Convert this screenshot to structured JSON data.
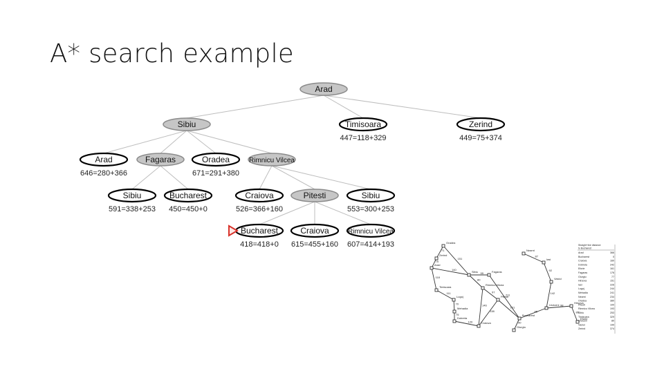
{
  "slide": {
    "title": "A* search example"
  },
  "tree": {
    "nodes": [
      {
        "id": "arad_root",
        "label": "Arad",
        "f": "",
        "style": "expanded"
      },
      {
        "id": "sibiu1",
        "label": "Sibiu",
        "f": "",
        "style": "expanded"
      },
      {
        "id": "timisoara",
        "label": "Timisoara",
        "f": "447=118+329",
        "style": "open"
      },
      {
        "id": "zerind",
        "label": "Zerind",
        "f": "449=75+374",
        "style": "open"
      },
      {
        "id": "arad2",
        "label": "Arad",
        "f": "646=280+366",
        "style": "open"
      },
      {
        "id": "fagaras",
        "label": "Fagaras",
        "f": "",
        "style": "expanded"
      },
      {
        "id": "oradea",
        "label": "Oradea",
        "f": "671=291+380",
        "style": "open"
      },
      {
        "id": "rimnicu",
        "label": "Rimnicu Vilcea",
        "f": "",
        "style": "expanded"
      },
      {
        "id": "sibiu_f",
        "label": "Sibiu",
        "f": "591=338+253",
        "style": "open"
      },
      {
        "id": "bucharest_f",
        "label": "Bucharest",
        "f": "450=450+0",
        "style": "open"
      },
      {
        "id": "craiova_r",
        "label": "Craiova",
        "f": "526=366+160",
        "style": "open"
      },
      {
        "id": "pitesti",
        "label": "Pitesti",
        "f": "",
        "style": "expanded"
      },
      {
        "id": "sibiu_r",
        "label": "Sibiu",
        "f": "553=300+253",
        "style": "open"
      },
      {
        "id": "bucharest_p",
        "label": "Bucharest",
        "f": "418=418+0",
        "style": "open",
        "marker": "goal-arrow"
      },
      {
        "id": "craiova_p",
        "label": "Craiova",
        "f": "615=455+160",
        "style": "open"
      },
      {
        "id": "rimnicu_p",
        "label": "Rimnicu Vilcea",
        "f": "607=414+193",
        "style": "open"
      }
    ],
    "edges": [
      [
        "arad_root",
        "sibiu1"
      ],
      [
        "arad_root",
        "timisoara"
      ],
      [
        "arad_root",
        "zerind"
      ],
      [
        "sibiu1",
        "arad2"
      ],
      [
        "sibiu1",
        "fagaras"
      ],
      [
        "sibiu1",
        "oradea"
      ],
      [
        "sibiu1",
        "rimnicu"
      ],
      [
        "fagaras",
        "sibiu_f"
      ],
      [
        "fagaras",
        "bucharest_f"
      ],
      [
        "rimnicu",
        "craiova_r"
      ],
      [
        "rimnicu",
        "pitesti"
      ],
      [
        "rimnicu",
        "sibiu_r"
      ],
      [
        "pitesti",
        "bucharest_p"
      ],
      [
        "pitesti",
        "craiova_p"
      ],
      [
        "pitesti",
        "rimnicu_p"
      ]
    ],
    "colors": {
      "expanded_fill": "#c6c6c6",
      "open_stroke": "#000000",
      "edge": "#bdbdbd",
      "goal_marker": "#d9322a"
    }
  },
  "map": {
    "cities": [
      {
        "id": "oradea",
        "label": "Oradea"
      },
      {
        "id": "zerind",
        "label": "Zerind"
      },
      {
        "id": "arad",
        "label": "Arad"
      },
      {
        "id": "timisoara",
        "label": "Timisoara"
      },
      {
        "id": "lugoj",
        "label": "Lugoj"
      },
      {
        "id": "mehadia",
        "label": "Mehadia"
      },
      {
        "id": "dobreta",
        "label": "Dobreta"
      },
      {
        "id": "craiova",
        "label": "Craiova"
      },
      {
        "id": "sibiu",
        "label": "Sibiu"
      },
      {
        "id": "rimnicu",
        "label": "Rimnicu Vilcea"
      },
      {
        "id": "fagaras",
        "label": "Fagaras"
      },
      {
        "id": "pitesti",
        "label": "Pitesti"
      },
      {
        "id": "bucharest",
        "label": "Bucharest"
      },
      {
        "id": "giurgiu",
        "label": "Giurgiu"
      },
      {
        "id": "urziceni",
        "label": "Urziceni"
      },
      {
        "id": "hirsova",
        "label": "Hirsova"
      },
      {
        "id": "eforie",
        "label": "Eforie"
      },
      {
        "id": "vaslui",
        "label": "Vaslui"
      },
      {
        "id": "iasi",
        "label": "Iasi"
      },
      {
        "id": "neamt",
        "label": "Neamt"
      }
    ],
    "roads": [
      {
        "a": "oradea",
        "b": "zerind",
        "d": "71"
      },
      {
        "a": "oradea",
        "b": "sibiu",
        "d": "151"
      },
      {
        "a": "zerind",
        "b": "arad",
        "d": "75"
      },
      {
        "a": "arad",
        "b": "sibiu",
        "d": "140"
      },
      {
        "a": "arad",
        "b": "timisoara",
        "d": "118"
      },
      {
        "a": "timisoara",
        "b": "lugoj",
        "d": "111"
      },
      {
        "a": "lugoj",
        "b": "mehadia",
        "d": "70"
      },
      {
        "a": "mehadia",
        "b": "dobreta",
        "d": "75"
      },
      {
        "a": "dobreta",
        "b": "craiova",
        "d": "120"
      },
      {
        "a": "sibiu",
        "b": "fagaras",
        "d": "99"
      },
      {
        "a": "sibiu",
        "b": "rimnicu",
        "d": "80"
      },
      {
        "a": "rimnicu",
        "b": "pitesti",
        "d": "97"
      },
      {
        "a": "rimnicu",
        "b": "craiova",
        "d": "146"
      },
      {
        "a": "craiova",
        "b": "pitesti",
        "d": "138"
      },
      {
        "a": "fagaras",
        "b": "bucharest",
        "d": "211"
      },
      {
        "a": "pitesti",
        "b": "bucharest",
        "d": "101"
      },
      {
        "a": "bucharest",
        "b": "giurgiu",
        "d": "90"
      },
      {
        "a": "bucharest",
        "b": "urziceni",
        "d": "85"
      },
      {
        "a": "urziceni",
        "b": "hirsova",
        "d": "98"
      },
      {
        "a": "hirsova",
        "b": "eforie",
        "d": "86"
      },
      {
        "a": "urziceni",
        "b": "vaslui",
        "d": "142"
      },
      {
        "a": "vaslui",
        "b": "iasi",
        "d": "92"
      },
      {
        "a": "iasi",
        "b": "neamt",
        "d": "87"
      }
    ]
  },
  "heuristic_table": {
    "title_lines": [
      "Straight−line distance",
      "to Bucharest"
    ],
    "rows": [
      [
        "Arad",
        "366"
      ],
      [
        "Bucharest",
        "0"
      ],
      [
        "Craiova",
        "160"
      ],
      [
        "Dobreta",
        "242"
      ],
      [
        "Eforie",
        "161"
      ],
      [
        "Fagaras",
        "176"
      ],
      [
        "Giurgiu",
        "77"
      ],
      [
        "Hirsova",
        "151"
      ],
      [
        "Iasi",
        "226"
      ],
      [
        "Lugoj",
        "244"
      ],
      [
        "Mehadia",
        "241"
      ],
      [
        "Neamt",
        "234"
      ],
      [
        "Oradea",
        "380"
      ],
      [
        "Pitesti",
        "100"
      ],
      [
        "Rimnicu Vilcea",
        "193"
      ],
      [
        "Sibiu",
        "253"
      ],
      [
        "Timisoara",
        "329"
      ],
      [
        "Urziceni",
        "80"
      ],
      [
        "Vaslui",
        "199"
      ],
      [
        "Zerind",
        "374"
      ]
    ]
  }
}
